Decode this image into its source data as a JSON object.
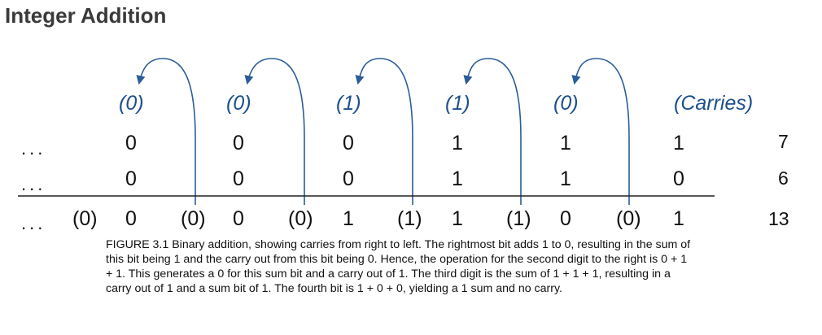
{
  "page": {
    "heading": "Integer Addition"
  },
  "figure": {
    "carries_row": [
      "(0)",
      "(0)",
      "(1)",
      "(1)",
      "(0)"
    ],
    "carries_label": "(Carries)",
    "row1_digits": [
      "0",
      "0",
      "0",
      "1",
      "1",
      "1"
    ],
    "row2_digits": [
      "0",
      "0",
      "0",
      "1",
      "1",
      "0"
    ],
    "row1_decimal": "7",
    "row2_decimal": "6",
    "sum_carries": [
      "(0)",
      "(0)",
      "(0)",
      "(1)",
      "(1)",
      "(0)"
    ],
    "sum_digits": [
      "0",
      "0",
      "1",
      "1",
      "0",
      "1"
    ],
    "sum_decimal": "13",
    "ellipsis": "...",
    "caption": "FIGURE 3.1 Binary addition, showing carries from right to left. The rightmost bit adds 1 to 0, resulting in the sum of this bit being 1 and the carry out from this bit being 0. Hence, the operation for the second digit to the right is 0 + 1 + 1. This generates a 0 for this sum bit and a carry out of 1. The third digit is the sum of 1 + 1 + 1, resulting in a carry out of 1 and a sum bit of 1. The fourth bit is 1 + 0 + 0, yielding a 1 sum and no carry."
  },
  "colors": {
    "arrow": "#2a5d9a",
    "carry_text": "#1d4f8a",
    "rule": "#222222"
  }
}
